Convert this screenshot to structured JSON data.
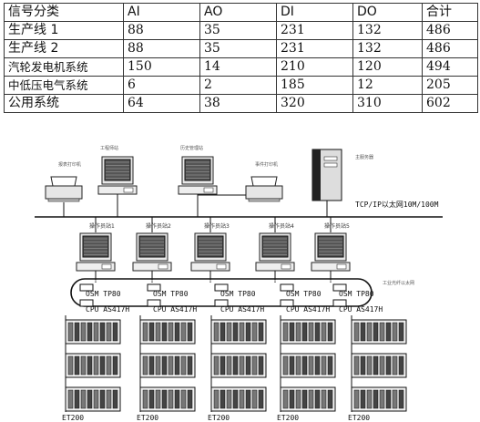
{
  "table": {
    "header": [
      "信号分类",
      "AI",
      "AO",
      "DI",
      "DO",
      "合计"
    ],
    "rows": [
      [
        "生产线 1",
        "88",
        "35",
        "231",
        "132",
        "486"
      ],
      [
        "生产线 2",
        "88",
        "35",
        "231",
        "132",
        "486"
      ],
      [
        "汽轮发电机系统",
        "150",
        "14",
        "210",
        "120",
        "494"
      ],
      [
        "中低压电气系统",
        "6",
        "2",
        "185",
        "12",
        "205"
      ],
      [
        "公用系统",
        "64",
        "38",
        "320",
        "310",
        "602"
      ]
    ]
  },
  "diagram": {
    "top_labels": {
      "printer1": "报表打印机",
      "eng_station": "工程师站",
      "hist_station": "历史管理站",
      "printer2": "事件打印机",
      "server": "主服务器"
    },
    "network_label": "TCP/IP以太网10M/100M",
    "operator_labels": [
      "操作员站1",
      "操作员站2",
      "操作员站3",
      "操作员站4",
      "操作员站5"
    ],
    "osm_label": "OSM TP80",
    "ring_label": "工业光纤以太网",
    "cpu_label": "CPU AS417H",
    "et_label": "ET200"
  }
}
